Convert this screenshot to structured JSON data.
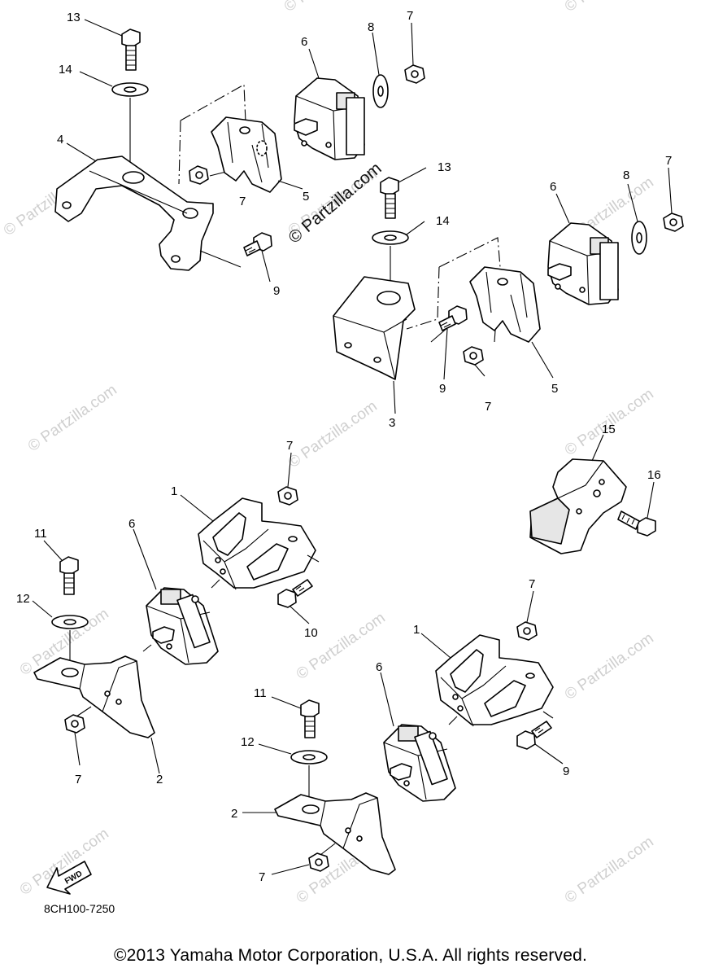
{
  "watermark": {
    "center": "© Partzilla.com",
    "tile": "© Partzilla.com"
  },
  "reference_code": "8CH100-7250",
  "copyright": "©2013 Yamaha Motor Corporation, U.S.A. All rights reserved.",
  "fwd_label": "FWD",
  "callouts": [
    "13",
    "14",
    "4",
    "8",
    "7",
    "6",
    "7",
    "5",
    "9",
    "13",
    "14",
    "8",
    "7",
    "6",
    "5",
    "7",
    "9",
    "3",
    "15",
    "16",
    "7",
    "1",
    "11",
    "6",
    "12",
    "10",
    "7",
    "2",
    "1",
    "11",
    "6",
    "12",
    "9",
    "2",
    "7"
  ]
}
